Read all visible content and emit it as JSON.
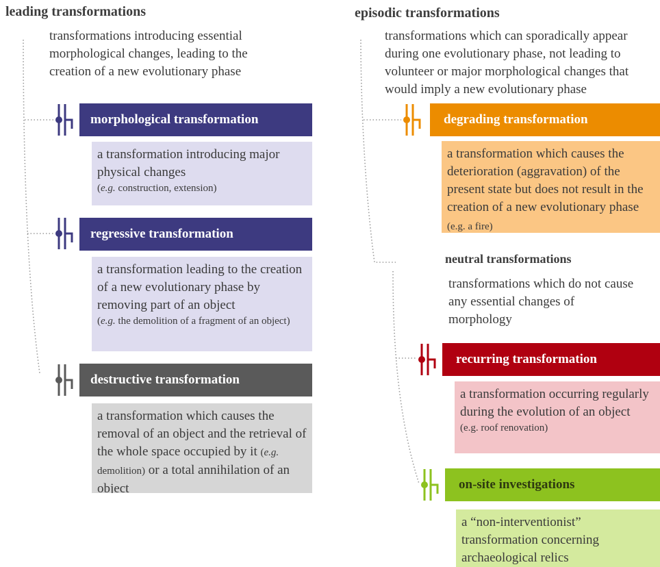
{
  "colors": {
    "morphological": "#3d3a80",
    "morphological_bg": "#dedcef",
    "regressive": "#3d3a80",
    "regressive_bg": "#dedcef",
    "destructive": "#5a5a5a",
    "destructive_bg": "#d6d6d6",
    "degrading": "#ec8c00",
    "degrading_bg": "#fbc684",
    "recurring": "#b00010",
    "recurring_bg": "#f3c4c8",
    "onsite": "#8dc21f",
    "onsite_bg": "#d4ea9e",
    "connector": "#9a9a9a"
  },
  "leading": {
    "title": "leading transformations",
    "intro": "transformations introducing essential morphological changes, leading to the creation of a new evolutionary phase",
    "items": [
      {
        "label": "morphological transformation",
        "desc": "a transformation introducing major physical changes",
        "example_prefix": "(",
        "example_eg": "e.g.",
        "example_rest": " construction, extension)"
      },
      {
        "label": "regressive transformation",
        "desc": "a transformation leading to the creation of a new evolutionary phase by removing part of an object",
        "example_prefix": "(",
        "example_eg": "e.g.",
        "example_rest": " the demolition of a fragment of an object)"
      },
      {
        "label": "destructive transformation",
        "desc_a": "a transformation which causes the removal of an object and the retrieval of the whole space occupied by it ",
        "example_prefix": "(",
        "example_eg": "e.g.",
        "example_rest": " demolition)",
        "desc_b": " or a total annihilation of an object"
      }
    ]
  },
  "episodic": {
    "title": "episodic transformations",
    "intro": "transformations which can sporadically appear during one evolutionary phase, not leading to volunteer or major morphological changes that would imply a new evolutionary phase",
    "items": [
      {
        "label": "degrading transformation",
        "desc": "a transformation which causes the deterioration (aggravation) of the present state but does not result in the creation of a new evolutionary phase",
        "example": " (e.g. a fire)"
      }
    ]
  },
  "neutral": {
    "title": "neutral transformations",
    "intro": "transformations which do not cause any essential changes of morphology",
    "items": [
      {
        "label": "recurring transformation",
        "desc": "a transformation occurring regularly during the evolution of an object",
        "example": "(e.g. roof renovation)"
      },
      {
        "label": "on-site investigations",
        "desc": "a “non-interventionist” transformation concerning archaeological relics"
      }
    ]
  }
}
